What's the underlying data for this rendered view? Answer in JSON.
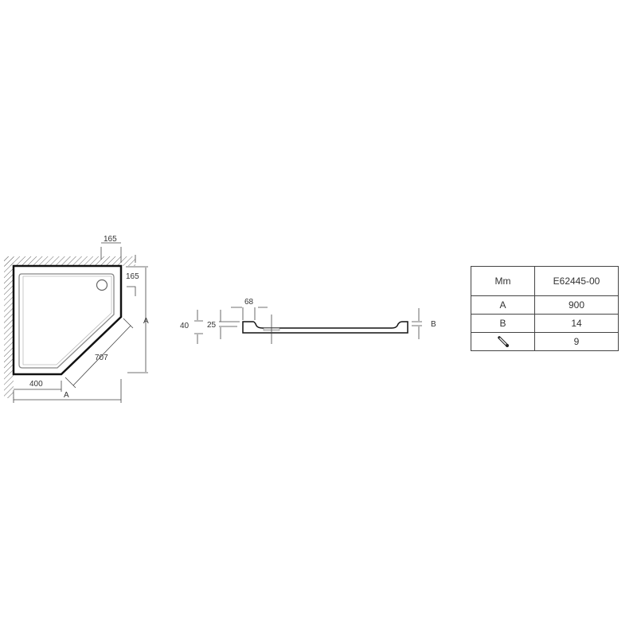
{
  "plan_view": {
    "dim_top_offset": "165",
    "dim_side_offset": "165",
    "dim_side_A": "A",
    "dim_diagonal": "707",
    "dim_bottom_short": "400",
    "dim_bottom_A": "A"
  },
  "side_view": {
    "dim_68": "68",
    "dim_40": "40",
    "dim_25": "25",
    "dim_B": "B"
  },
  "spec_table": {
    "header": [
      "Mm",
      "E62445-00"
    ],
    "rows": [
      {
        "label": "A",
        "value": "900"
      },
      {
        "label": "B",
        "value": "14"
      },
      {
        "icon": "drain-waste-icon",
        "value": "9"
      }
    ]
  }
}
